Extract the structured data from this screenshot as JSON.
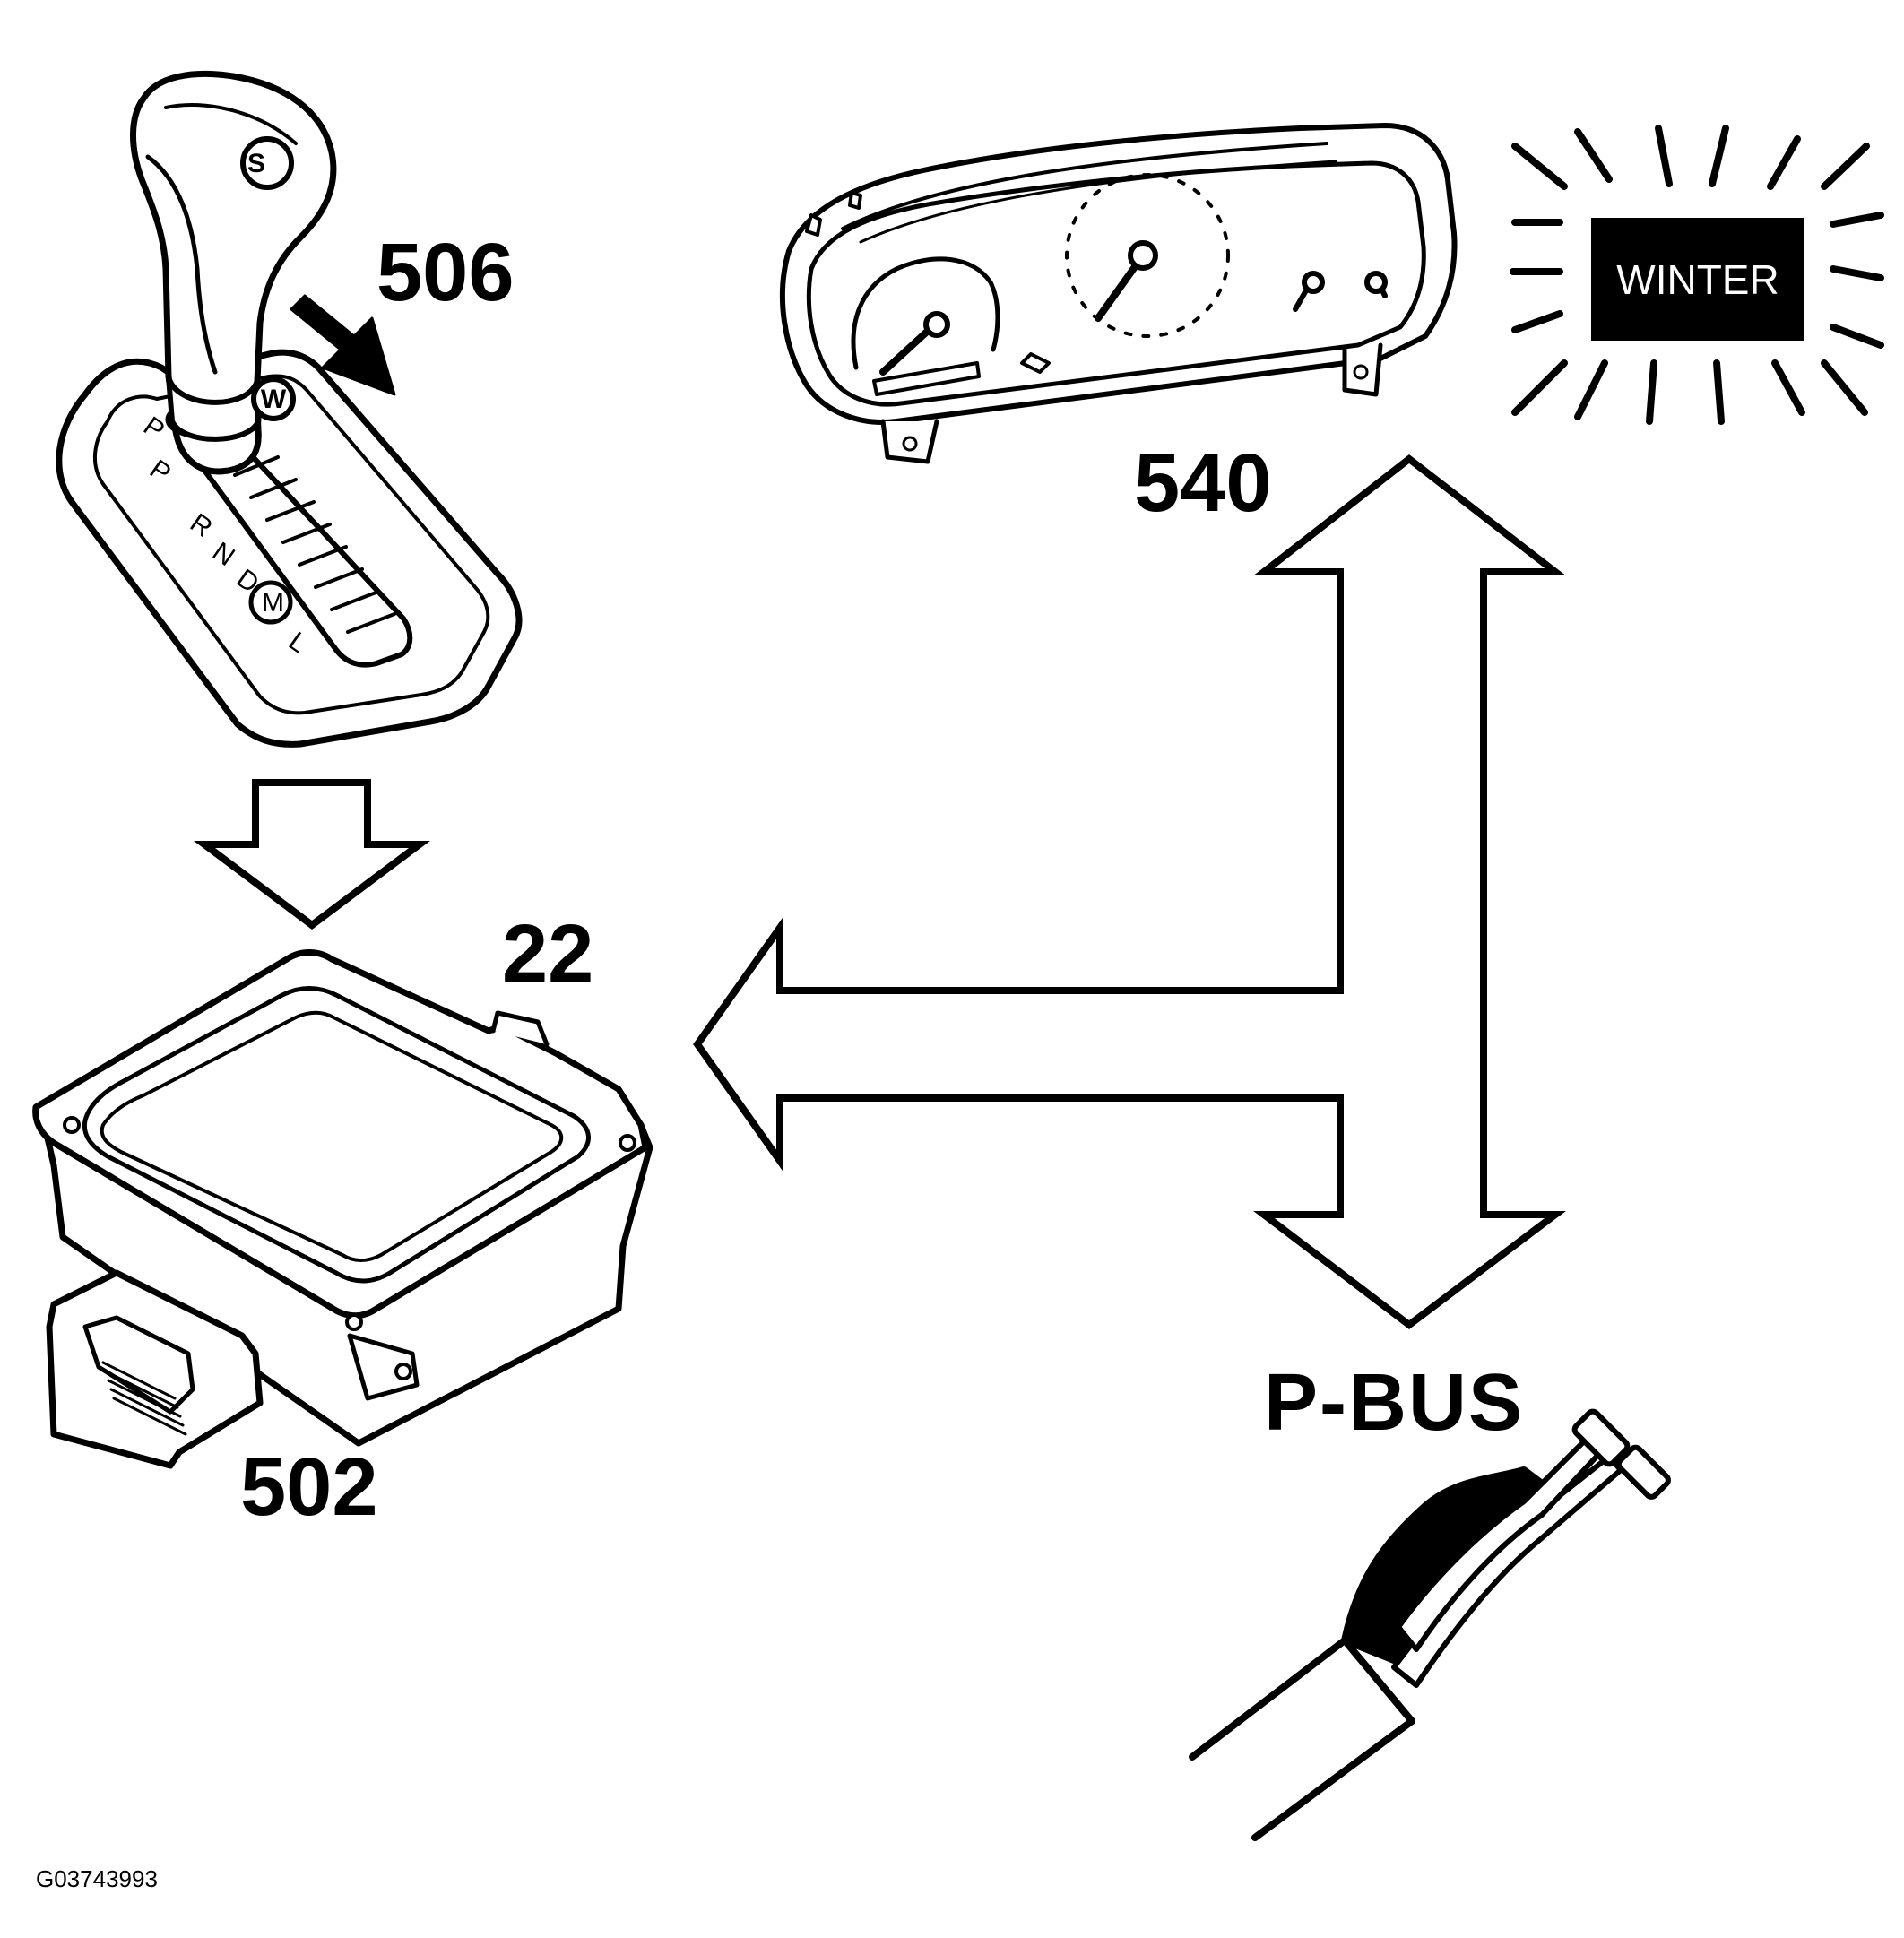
{
  "labels": {
    "shifter": "506",
    "cluster": "540",
    "module_top": "22",
    "module_bottom": "502",
    "bus": "P-BUS",
    "winter_lamp": "WINTER",
    "figure_id": "G03743993"
  },
  "shifter": {
    "knob_button": "S",
    "winter_button": "W",
    "positions": [
      "P",
      "R",
      "N",
      "D",
      "M",
      "L"
    ]
  },
  "colors": {
    "ink": "#000000",
    "paper": "#ffffff"
  },
  "icons": {
    "gear-selector": "gear-selector-icon",
    "instrument-cluster": "instrument-cluster-icon",
    "control-module": "control-module-icon",
    "winter-indicator": "winter-lamp-icon",
    "bus-cable": "cable-connector-icon"
  }
}
